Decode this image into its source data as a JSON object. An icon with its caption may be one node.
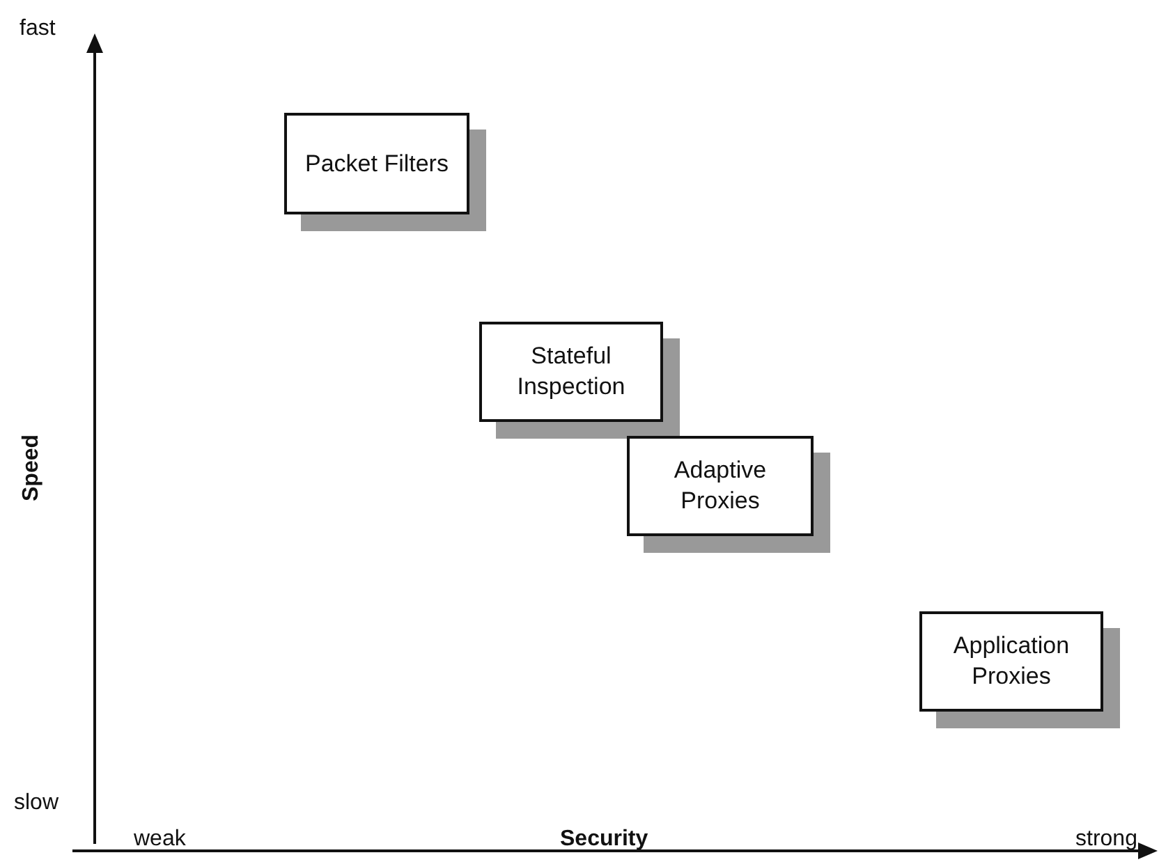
{
  "diagram": {
    "nodes": [
      {
        "text": [
          "Packet Filters"
        ]
      },
      {
        "text": [
          "Stateful Inspection"
        ]
      },
      {
        "text": [
          "Adaptive Proxies"
        ]
      },
      {
        "text": [
          "Application Proxies"
        ]
      }
    ],
    "edges": [],
    "labels": [
      "fast",
      "Speed",
      "slow",
      "weak",
      "Security",
      "strong"
    ]
  }
}
